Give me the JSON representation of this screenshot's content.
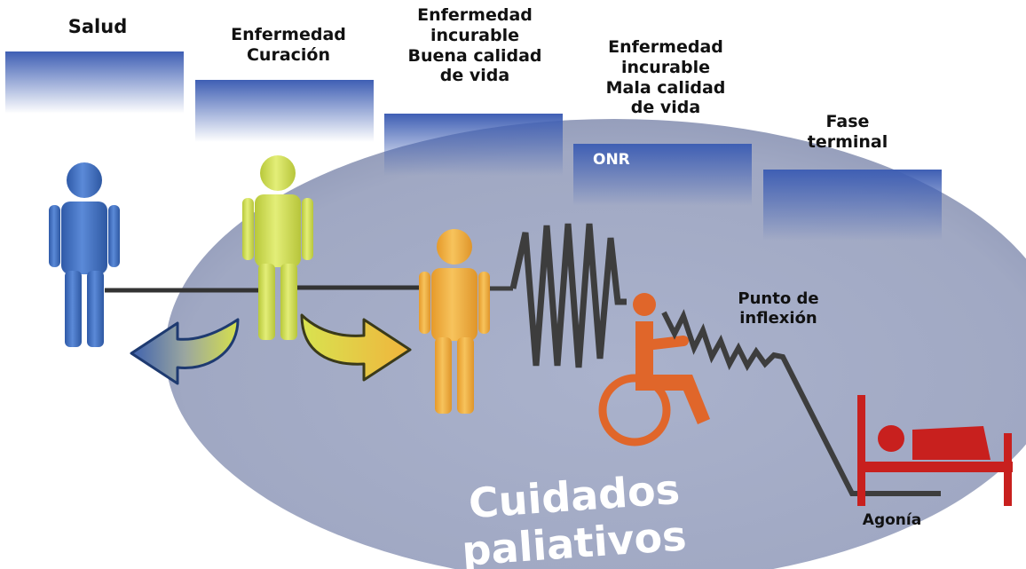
{
  "stages": [
    {
      "id": "salud",
      "label": "Salud"
    },
    {
      "id": "curacion",
      "label": "Enfermedad\nCuración"
    },
    {
      "id": "buena",
      "label": "Enfermedad\nincurable\nBuena calidad\nde vida"
    },
    {
      "id": "mala",
      "label": "Enfermedad\nincurable\nMala calidad\nde vida"
    },
    {
      "id": "terminal",
      "label": "Fase\nterminal"
    }
  ],
  "onr_label": "ONR",
  "inflection_label": "Punto de\ninflexión",
  "agony_label": "Agonía",
  "palliative_label": "Cuidados\npaliativos",
  "colors": {
    "salud": "#3f6fbf",
    "curacion": "#c9d84a",
    "incurable": "#f0a93a",
    "disability": "#e0662a",
    "bed": "#c8201e",
    "ellipse": "#a4abc6",
    "box_top": "#3f5fb4",
    "zigzag": "#3f3f3f"
  },
  "icons": [
    "person-icon",
    "wheelchair-icon",
    "bed-icon",
    "curved-arrow-icon",
    "zigzag-line"
  ]
}
